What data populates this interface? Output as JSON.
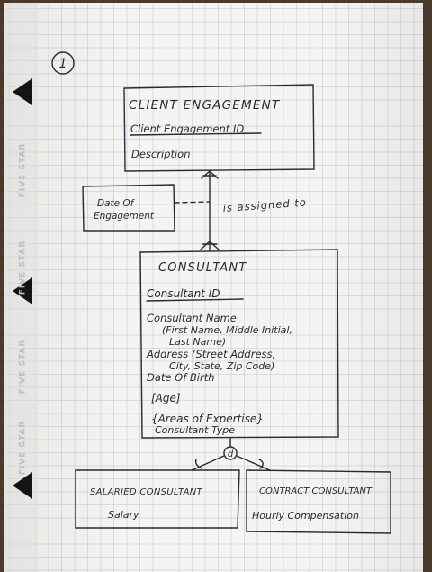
{
  "page_number": "1",
  "brand": "FIVE STAR",
  "entities": {
    "client_engagement": {
      "title": "CLIENT ENGAGEMENT",
      "key_attribute": "Client Engagement ID",
      "attribute": "Description"
    },
    "consultant": {
      "title": "CONSULTANT",
      "key_attribute": "Consultant ID",
      "name_attribute": "Consultant Name",
      "name_parts_line1": "(First Name, Middle Initial,",
      "name_parts_line2": "Last Name)",
      "address_attribute": "Address (Street Address,",
      "address_parts": "City, State, Zip Code)",
      "dob_attribute": "Date Of Birth",
      "derived_attribute": "[Age]",
      "multivalued_attribute": "{Areas of Expertise}",
      "type_attribute": "Consultant Type"
    },
    "salaried_consultant": {
      "title": "SALARIED CONSULTANT",
      "attribute": "Salary"
    },
    "contract_consultant": {
      "title": "CONTRACT CONSULTANT",
      "attribute": "Hourly Compensation"
    }
  },
  "associative_attribute": {
    "line1": "Date Of",
    "line2": "Engagement"
  },
  "relationship_label": "is assigned to",
  "subtype_discriminator": "d",
  "colors": {
    "ink": "#2a2a34",
    "paper": "#f4f4f2",
    "grid": "#aab2bf",
    "background": "#4a3a2c"
  }
}
